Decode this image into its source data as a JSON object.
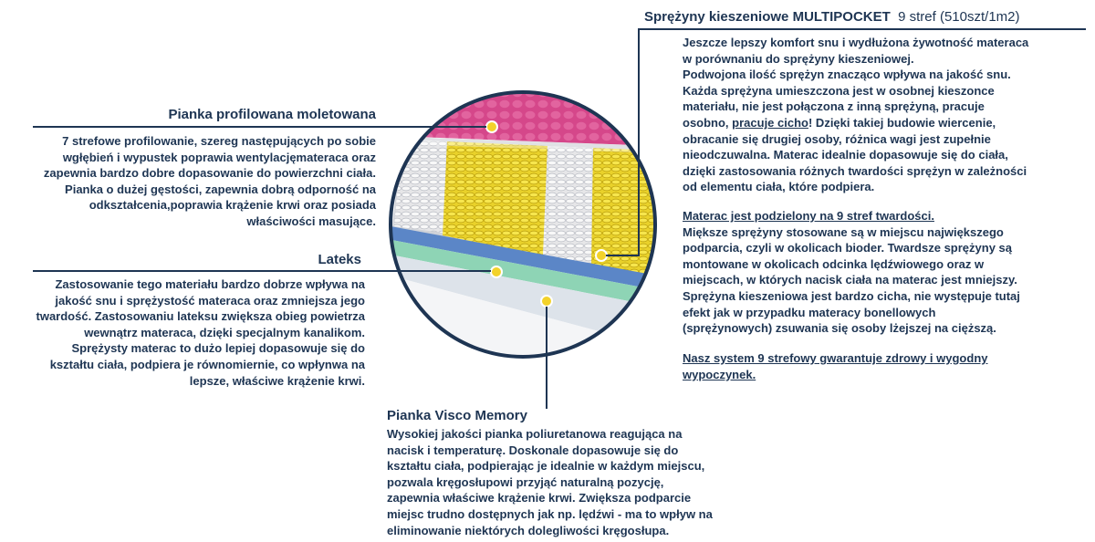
{
  "left_top": {
    "title": "Pianka profilowana moletowana",
    "lines": [
      "7 strefowe profilowanie, szereg następujących po sobie",
      "wgłębień i wypustek poprawia wentylacjęmateraca oraz",
      "zapewnia bardzo dobre dopasowanie do powierzchni ciała.",
      "Pianka o dużej gęstości, zapewnia dobrą odporność na",
      "odkształcenia,poprawia krążenie krwi oraz posiada",
      "właściwości masujące."
    ]
  },
  "left_middle": {
    "title": "Lateks",
    "lines": [
      "Zastosowanie tego materiału bardzo dobrze wpływa na",
      "jakość snu i sprężystość materaca oraz zmniejsza jego",
      "twardość. Zastosowaniu lateksu zwiększa obieg powietrza",
      "wewnątrz materaca, dzięki specjalnym kanalikom.",
      "Sprężysty materac to dużo lepiej dopasowuje się do",
      "kształtu ciała, podpiera je równomiernie, co wpłynwa na",
      "lepsze, właściwe krążenie krwi."
    ]
  },
  "bottom": {
    "title": "Pianka Visco Memory",
    "lines": [
      "Wysokiej jakości pianka poliuretanowa reagująca na",
      "nacisk i temperaturę. Doskonale dopasowuje się do",
      "kształtu ciała, podpierając je idealnie w każdym miejscu,",
      "pozwala kręgosłupowi przyjąć naturalną pozycję,",
      "zapewnia właściwe krążenie krwi. Zwiększa podparcie",
      "miejsc trudno dostępnych jak np. lędźwi - ma to wpływ na",
      "eliminowanie niektórych dolegliwości kręgosłupa."
    ]
  },
  "right": {
    "title": "Sprężyny kieszeniowe MULTIPOCKET",
    "title_suffix": "9 stref (510szt/1m2)",
    "para1": {
      "line1": "Jeszcze lepszy komfort snu i wydłużona żywotność materaca",
      "line2": "w porównaniu do sprężyny kieszeniowej.",
      "line3": "Podwojona ilość sprężyn znacząco wpływa na jakość snu.",
      "line4": "Każda sprężyna umieszczona jest w osobnej kieszonce",
      "line5": "materiału, nie jest połączona z inną sprężyną, pracuje",
      "line6_pre": "osobno, ",
      "line6_link": "pracuje cicho",
      "line6_post": "! Dzięki takiej budowie wiercenie,",
      "line7": "obracanie się drugiej osoby, różnica wagi jest zupełnie",
      "line8": "nieodczuwalna. Materac idealnie dopasowuje się do ciała,",
      "line9": "dzięki zastosowania różnych twardości sprężyn w zależności",
      "line10": "od elementu ciała, które podpiera."
    },
    "para2_heading": "Materac jest podzielony na 9 stref twardości.",
    "para2_lines": [
      "Miększe sprężyny stosowane są w miejscu największego",
      "podparcia, czyli w okolicach bioder. Twardsze sprężyny są",
      "montowane w okolicach odcinka lędźwiowego oraz w",
      "miejscach, w których nacisk ciała na materac jest mniejszy.",
      "Sprężyna kieszeniowa jest bardzo cicha, nie występuje tutaj",
      "efekt jak w przypadku materacy bonellowych",
      "(sprężynowych) zsuwania się osoby lżejszej na cięższą."
    ],
    "para3_line1": "Nasz system 9 strefowy gwarantuje zdrowy i wygodny",
    "para3_line2": "wypoczynek."
  },
  "colors": {
    "text": "#1e3553",
    "marker": "#f3d22a",
    "circle_border": "#1e3553",
    "pink_foam": "#d9508f",
    "yellow_springs": "#f0dc3a",
    "white_springs": "#e4e4e6",
    "blue_layer": "#5b86c7",
    "green_layer": "#8ed4b5",
    "latex_layer": "#dfe5ec"
  }
}
